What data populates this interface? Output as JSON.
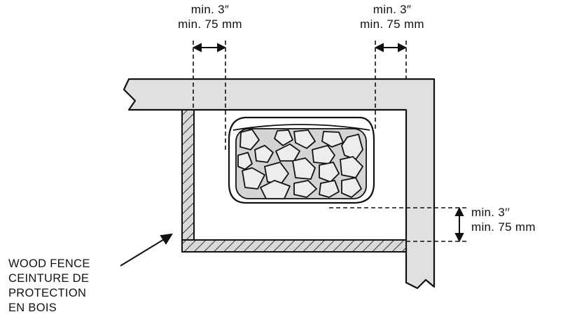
{
  "clearances": {
    "left_top": {
      "line1": "min. 3″",
      "line2": "min. 75 mm"
    },
    "right_top": {
      "line1": "min. 3″",
      "line2": "min. 75 mm"
    },
    "right_side": {
      "line1": "min. 3′′",
      "line2": "min. 75 mm"
    }
  },
  "fence_label": {
    "line1": "WOOD FENCE",
    "line2": "CEINTURE DE",
    "line3": "PROTECTION",
    "line4": "EN BOIS"
  },
  "colors": {
    "wall_fill": "#e0e0e0",
    "fence_fill": "#7a7a7a",
    "stone_fill": "#e6e6e6",
    "tray_fill": "#d4d4d4",
    "line": "#111111"
  }
}
